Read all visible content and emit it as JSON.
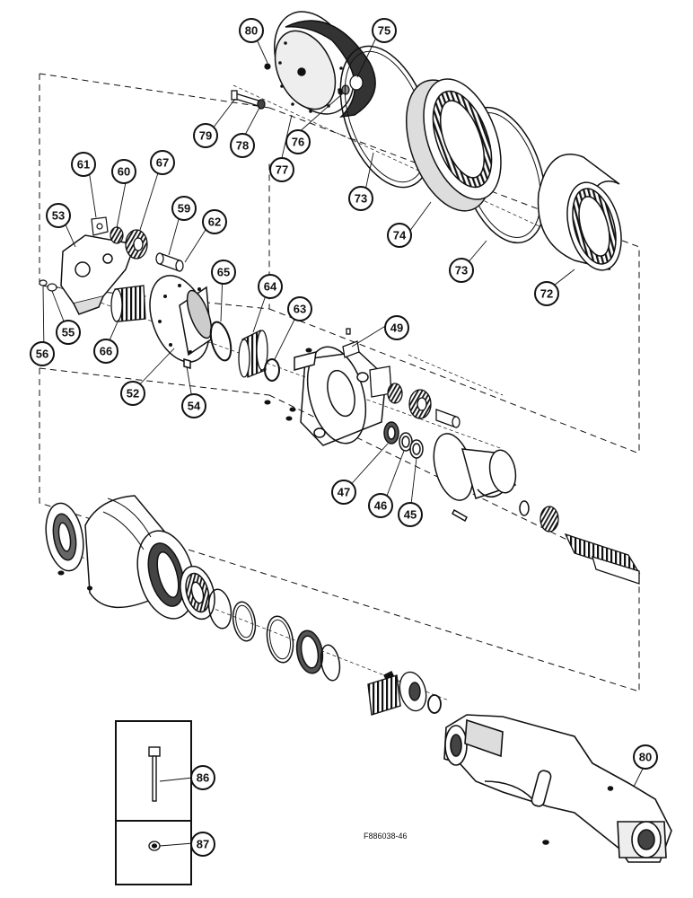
{
  "figure_code": "F886038-46",
  "callouts": [
    "80",
    "75",
    "79",
    "78",
    "76",
    "77",
    "73",
    "74",
    "61",
    "60",
    "67",
    "53",
    "59",
    "62",
    "73",
    "72",
    "65",
    "64",
    "63",
    "49",
    "56",
    "55",
    "66",
    "52",
    "54",
    "47",
    "46",
    "45",
    "86",
    "87",
    "80"
  ],
  "colors": {
    "ink": "#111111",
    "paper": "#ffffff",
    "shade": "#555555"
  }
}
